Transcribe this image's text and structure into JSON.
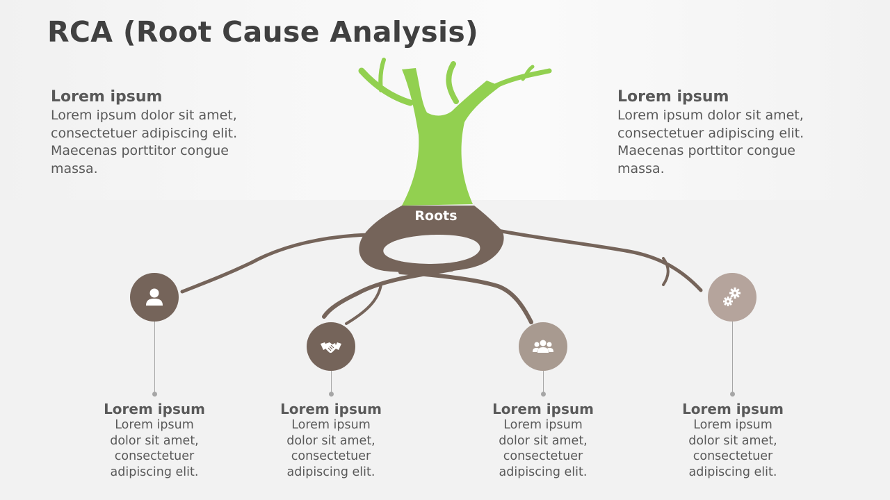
{
  "title": "RCA (Root Cause Analysis)",
  "colors": {
    "trunk": "#92d050",
    "root": "#75645a",
    "circle_dark": "#75645a",
    "circle_light": "#a89a90",
    "circle_lighter": "#b5a49c",
    "text": "#595959"
  },
  "top_left": {
    "heading": "Lorem ipsum",
    "lines": [
      "Lorem ipsum dolor sit amet,",
      "consectetuer adipiscing elit.",
      "Maecenas porttitor congue",
      "massa."
    ]
  },
  "top_right": {
    "heading": "Lorem ipsum",
    "lines": [
      "Lorem ipsum dolor sit amet,",
      "consectetuer adipiscing elit.",
      "Maecenas porttitor congue",
      "massa."
    ]
  },
  "roots_label": "Roots",
  "causes": [
    {
      "icon": "user-icon",
      "heading": "Lorem ipsum",
      "lines": [
        "Lorem ipsum",
        "dolor sit amet,",
        "consectetuer",
        "adipiscing elit."
      ]
    },
    {
      "icon": "handshake-icon",
      "heading": "Lorem ipsum",
      "lines": [
        "Lorem ipsum",
        "dolor sit amet,",
        "consectetuer",
        "adipiscing elit."
      ]
    },
    {
      "icon": "group-icon",
      "heading": "Lorem ipsum",
      "lines": [
        "Lorem ipsum",
        "dolor sit amet,",
        "consectetuer",
        "adipiscing elit."
      ]
    },
    {
      "icon": "gears-icon",
      "heading": "Lorem ipsum",
      "lines": [
        "Lorem ipsum",
        "dolor sit amet,",
        "consectetuer",
        "adipiscing elit."
      ]
    }
  ]
}
